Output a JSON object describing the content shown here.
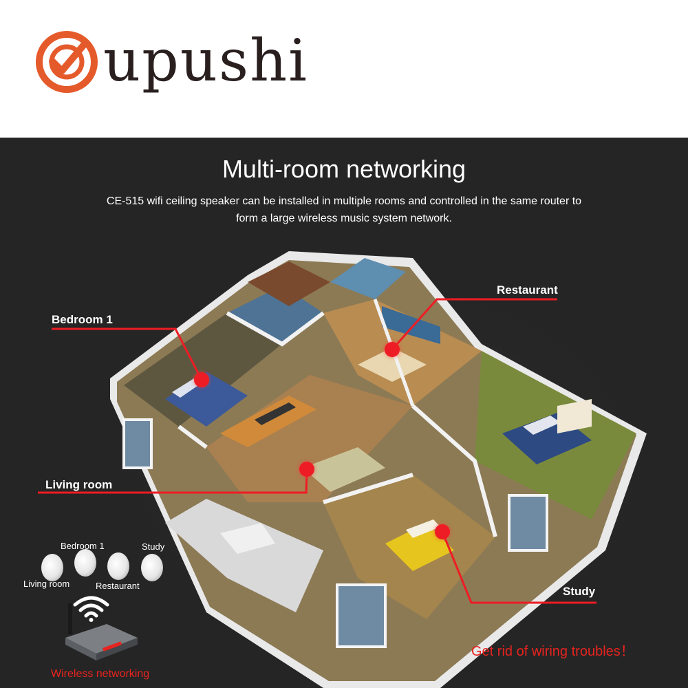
{
  "brand": {
    "name": "upushi",
    "accent": "#e55a2b"
  },
  "title": "Multi-room networking",
  "subtitle": "CE-515 wifi ceiling speaker can be installed in multiple rooms and controlled in the same router to form a large wireless music system network.",
  "rooms": {
    "bedroom1": "Bedroom 1",
    "restaurant": "Restaurant",
    "living_room": "Living room",
    "study": "Study"
  },
  "speakers": {
    "bedroom1": "Bedroom 1",
    "study": "Study",
    "living_room": "Living room",
    "restaurant": "Restaurant"
  },
  "wireless_label": "Wireless networking",
  "tagline": "Get rid of wiring troubles！",
  "colors": {
    "dark_bg": "#252525",
    "callout_red": "#ee1c24",
    "text_red": "#e8231f"
  }
}
